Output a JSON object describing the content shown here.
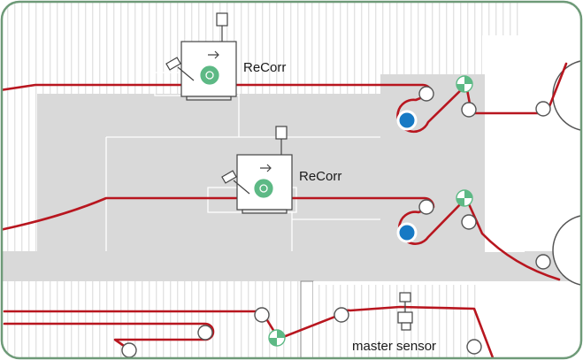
{
  "labels": {
    "recorr_upper": "ReCorr",
    "recorr_lower": "ReCorr",
    "master_sensor": "master sensor"
  },
  "colors": {
    "web": "#b8161f",
    "frame": "#6e9a78",
    "sensor_green": "#5db985",
    "roller_blue": "#1679c4",
    "floor": "#d8d8d8",
    "stripes": "#e9e9e9"
  },
  "icons": {
    "recorr_unit": "recorr-sensor-unit-icon",
    "master_sensor": "master-sensor-icon",
    "encoder": "encoder-wheel-icon",
    "roller": "idler-roller-icon",
    "driven_roller": "driven-roller-icon",
    "reel": "unwind-reel-icon"
  }
}
